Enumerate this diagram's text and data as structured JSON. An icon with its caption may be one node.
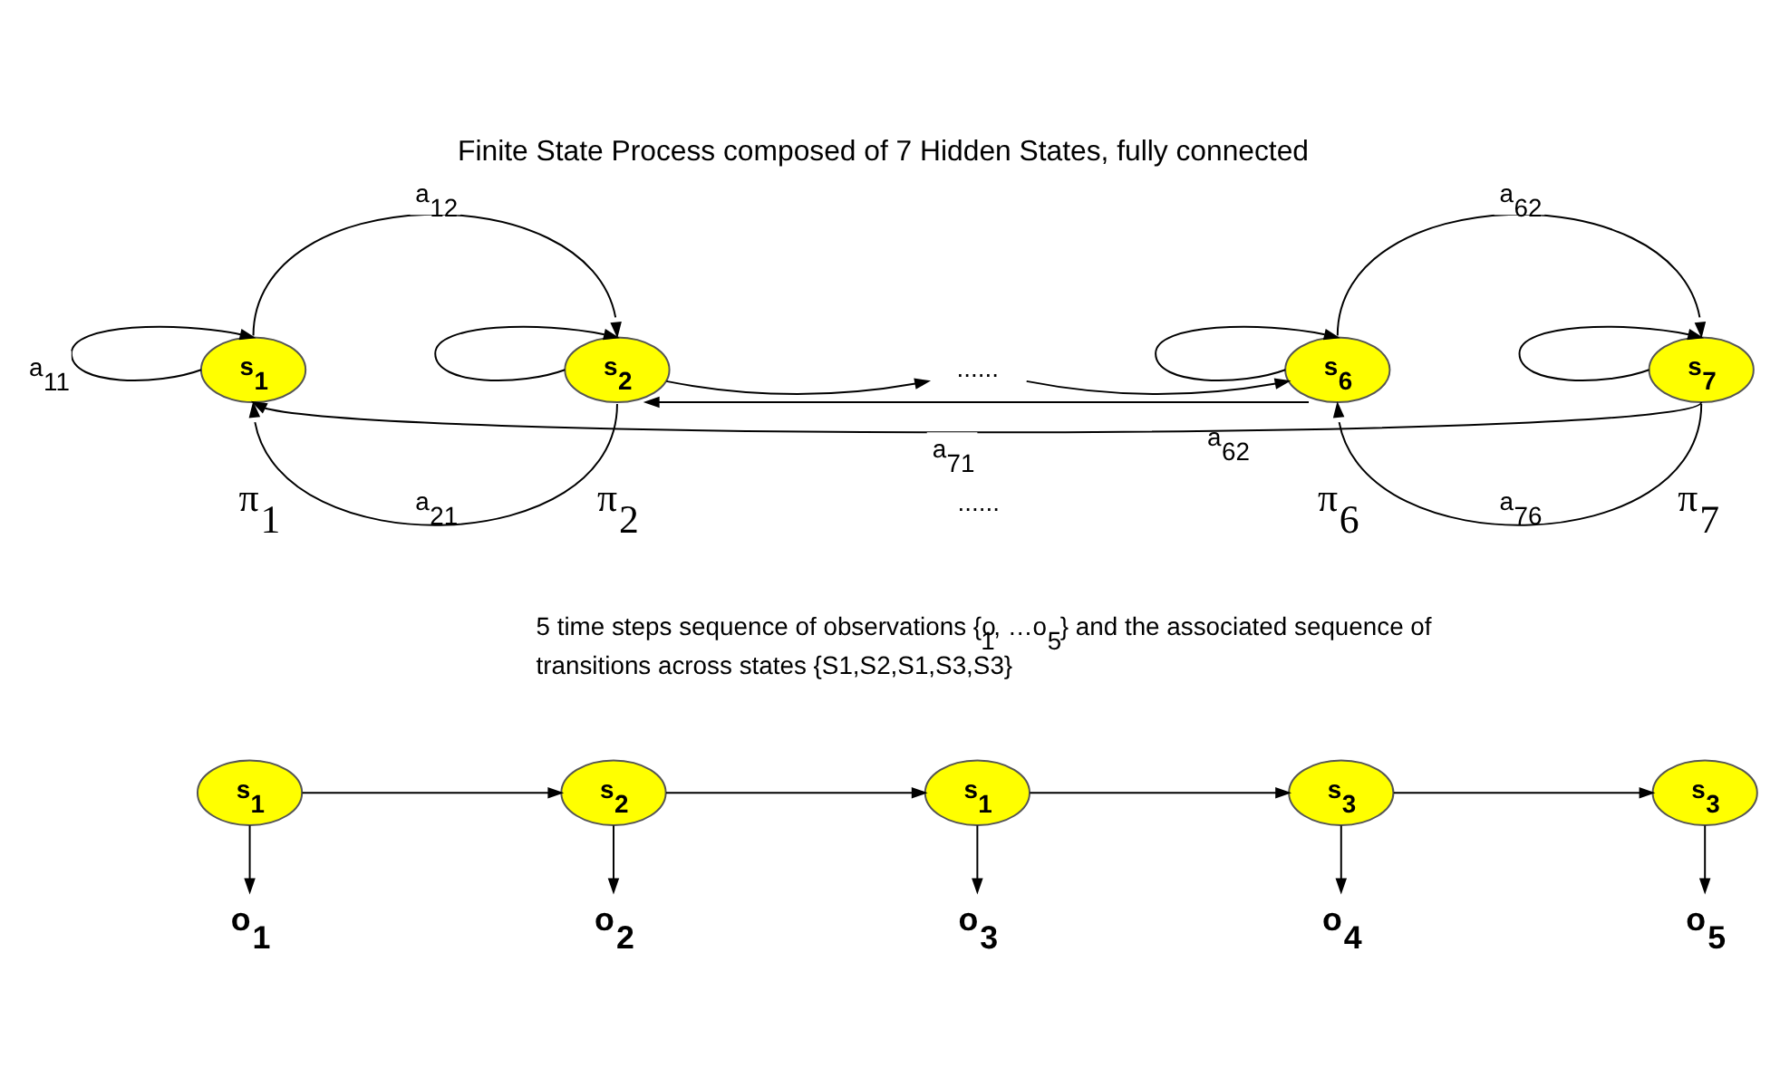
{
  "diagram": {
    "title": "Finite State Process composed of 7 Hidden States, fully connected",
    "nodes": [
      {
        "text": [
          "s$_{1}$"
        ]
      },
      {
        "text": [
          "s$_{2}$"
        ]
      },
      {
        "text": [
          "......"
        ]
      },
      {
        "text": [
          "s$_{6}$"
        ]
      },
      {
        "text": [
          "s$_{7}$"
        ]
      },
      {
        "text": [
          "s$_{1}$"
        ]
      },
      {
        "text": [
          "s$_{2}$"
        ]
      },
      {
        "text": [
          "s$_{1}$"
        ]
      },
      {
        "text": [
          "s$_{3}$"
        ]
      },
      {
        "text": [
          "s$_{3}$"
        ]
      },
      {
        "text": [
          "o$_{1}$"
        ]
      },
      {
        "text": [
          "o$_{2}$"
        ]
      },
      {
        "text": [
          "o$_{3}$"
        ]
      },
      {
        "text": [
          "o$_{4}$"
        ]
      },
      {
        "text": [
          "o$_{5}$"
        ]
      }
    ],
    "edges": [
      {
        "from": 0,
        "to": 0,
        "arrow": "to",
        "label": "a$_{11}$"
      },
      {
        "from": 0,
        "to": 1,
        "arrow": "to",
        "label": "a$_{12}$"
      },
      {
        "from": 1,
        "to": 0,
        "arrow": "to",
        "label": "a$_{21}$"
      },
      {
        "from": 1,
        "to": 1,
        "arrow": "to"
      },
      {
        "from": 1,
        "to": 2,
        "arrow": "to"
      },
      {
        "from": 2,
        "to": 3,
        "arrow": "to"
      },
      {
        "from": 3,
        "to": 3,
        "arrow": "to"
      },
      {
        "from": 3,
        "to": 1,
        "arrow": "to",
        "label": "a$_{62}$"
      },
      {
        "from": 3,
        "to": 4,
        "arrow": "to",
        "label": "a$_{62}$"
      },
      {
        "from": 4,
        "to": 4,
        "arrow": "to"
      },
      {
        "from": 4,
        "to": 3,
        "arrow": "to",
        "label": "a$_{76}$"
      },
      {
        "from": 4,
        "to": 0,
        "arrow": "to",
        "label": "a$_{71}$"
      },
      {
        "from": 5,
        "to": 6,
        "arrow": "to"
      },
      {
        "from": 6,
        "to": 7,
        "arrow": "to"
      },
      {
        "from": 7,
        "to": 8,
        "arrow": "to"
      },
      {
        "from": 8,
        "to": 9,
        "arrow": "to"
      },
      {
        "from": 5,
        "to": 10,
        "arrow": "to"
      },
      {
        "from": 6,
        "to": 11,
        "arrow": "to"
      },
      {
        "from": 7,
        "to": 12,
        "arrow": "to"
      },
      {
        "from": 8,
        "to": 13,
        "arrow": "to"
      },
      {
        "from": 9,
        "to": 14,
        "arrow": "to"
      }
    ],
    "labels": [
      "......",
      "π$_{1}$",
      "π$_{2}$",
      "π$_{6}$",
      "π$_{7}$",
      "5 time steps sequence of observations {o$_{1}$, …o$_{5}$} and the associated sequence of transitions across states {S1,S2,S1,S3,S3}"
    ]
  }
}
